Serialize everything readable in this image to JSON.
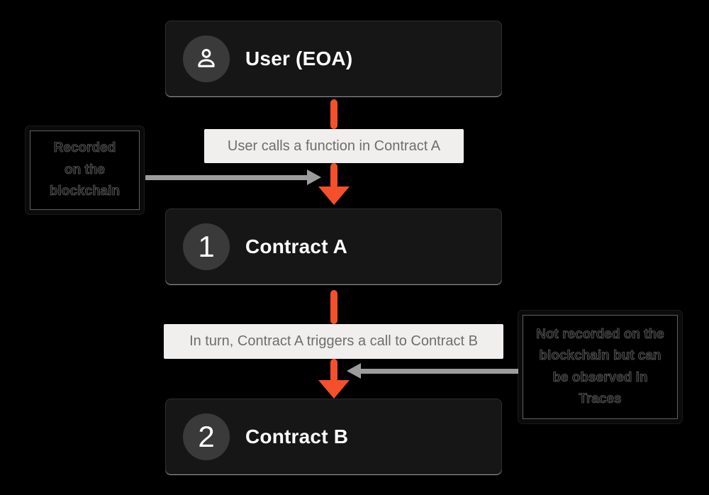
{
  "colors": {
    "background": "#000000",
    "node_fill": "#161616",
    "node_text": "#ffffff",
    "badge_fill": "#3a3a3a",
    "edge_label_fill": "#f0efee",
    "edge_label_text": "#6e6e6e",
    "arrow_orange": "#f4502c",
    "arrow_gray": "#9c9c9c",
    "annotation_text": "#161616"
  },
  "nodes": {
    "user": {
      "title": "User (EOA)",
      "badge_icon": "person-icon"
    },
    "contract_a": {
      "title": "Contract A",
      "badge": "1"
    },
    "contract_b": {
      "title": "Contract B",
      "badge": "2"
    }
  },
  "edges": {
    "user_to_a": {
      "label": "User calls a function in Contract A"
    },
    "a_to_b": {
      "label": "In turn, Contract A triggers a call to Contract B"
    }
  },
  "annotations": {
    "left": {
      "text": "Recorded on the blockchain"
    },
    "right": {
      "text": "Not recorded on the blockchain but can be observed in Traces"
    }
  }
}
